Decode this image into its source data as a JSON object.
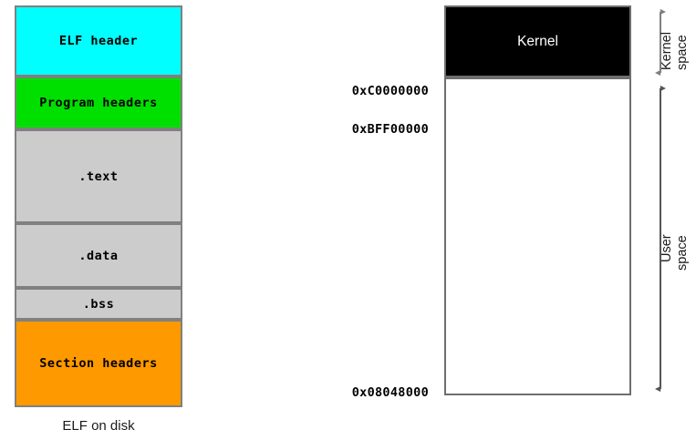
{
  "diagram": {
    "title": "ELF on disk and process virtual memory layout",
    "colors": {
      "elf_header": "#00FFFF",
      "program_headers": "#00E000",
      "section_gray": "#CCCCCC",
      "section_headers": "#FF9900",
      "kernel": "#000000",
      "user": "#FFFFFF",
      "block_border": "#808080",
      "mem_border": "#6E6E6E",
      "arrow": "#808080",
      "user_arrow": "#555555",
      "text": "#000000",
      "kernel_text": "#FFFFFF"
    }
  },
  "elf_on_disk": {
    "caption": "ELF on disk",
    "blocks": [
      {
        "label": "ELF header",
        "color": "#00FFFF",
        "text_color": "#000000"
      },
      {
        "label": "Program headers",
        "color": "#00E000",
        "text_color": "#000000"
      },
      {
        "label": ".text",
        "color": "#CCCCCC",
        "text_color": "#000000"
      },
      {
        "label": ".data",
        "color": "#CCCCCC",
        "text_color": "#000000"
      },
      {
        "label": ".bss",
        "color": "#CCCCCC",
        "text_color": "#000000"
      },
      {
        "label": "Section headers",
        "color": "#FF9900",
        "text_color": "#000000"
      }
    ]
  },
  "memory_map": {
    "regions": [
      {
        "label": "Kernel",
        "fill": "#000000",
        "text_color": "#FFFFFF"
      },
      {
        "label": "",
        "fill": "#FFFFFF",
        "text_color": "#000000"
      }
    ],
    "addresses": [
      {
        "value": "0xC0000000"
      },
      {
        "value": "0xBFF00000"
      },
      {
        "value": "0x08048000"
      }
    ],
    "spaces": [
      {
        "line1": "Kernel",
        "line2": "space"
      },
      {
        "line1": "User",
        "line2": "space"
      }
    ]
  }
}
